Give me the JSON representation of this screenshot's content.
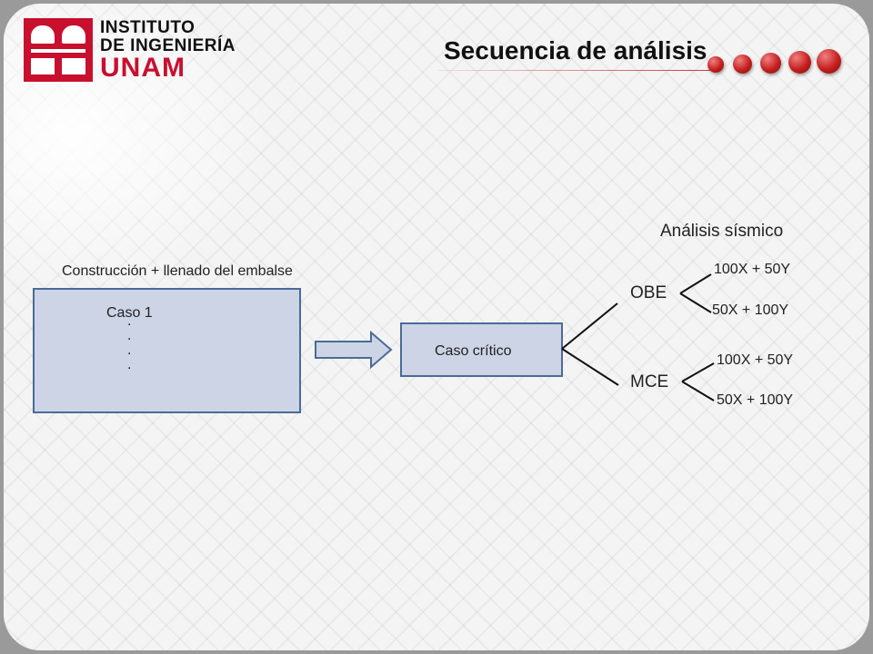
{
  "logo": {
    "line1": "INSTITUTO",
    "line2": "DE INGENIERÍA",
    "line3": "UNAM",
    "brand_color": "#c8102e"
  },
  "title": "Secuencia de análisis",
  "accent_color": "#c41f1f",
  "diagram": {
    "construction_label": "Construcción + llenado del embalse",
    "case_label": "Caso 1",
    "case_dots": ".",
    "critical_label": "Caso crítico",
    "seismic_title": "Análisis sísmico",
    "branches": [
      {
        "name": "OBE",
        "combos": [
          "100X + 50Y",
          "50X + 100Y"
        ]
      },
      {
        "name": "MCE",
        "combos": [
          "100X + 50Y",
          "50X + 100Y"
        ]
      }
    ],
    "box_fill": "#ccd4e6",
    "box_border": "#4a6b96"
  }
}
